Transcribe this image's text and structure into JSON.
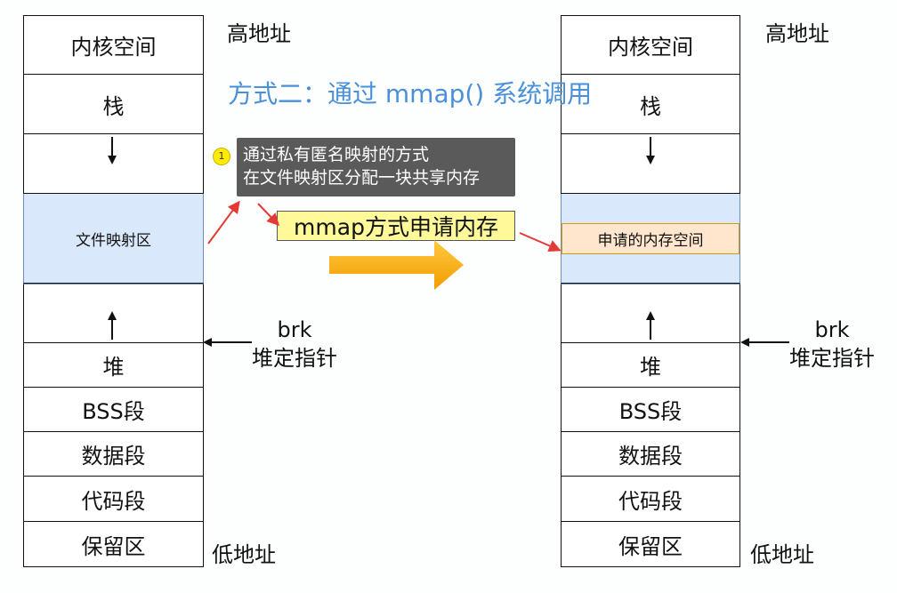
{
  "left_column": {
    "segments": [
      "内核空间",
      "栈",
      "",
      "文件映射区",
      "",
      "堆",
      "BSS段",
      "数据段",
      "代码段",
      "保留区"
    ],
    "high_label": "高地址",
    "low_label": "低地址"
  },
  "right_column": {
    "segments": [
      "内核空间",
      "栈",
      "",
      "",
      "",
      "堆",
      "BSS段",
      "数据段",
      "代码段",
      "保留区"
    ],
    "requested_region": "申请的内存空间",
    "high_label": "高地址",
    "low_label": "低地址"
  },
  "title": "方式二：通过 mmap() 系统调用",
  "tooltip": {
    "badge": "1",
    "lines": [
      "通过私有匿名映射的方式",
      "在文件映射区分配一块共享内存"
    ]
  },
  "call_box": "mmap方式申请内存",
  "brk_pointer": {
    "line1": "brk",
    "line2": "堆定指针"
  },
  "colors": {
    "mmap_region": "#dae8fc",
    "requested_region": "#ffe6cc",
    "title": "#4a90d9",
    "call_box": "#fff999",
    "arrow_red": "#e53935",
    "arrow_orange": "#f7a800"
  }
}
